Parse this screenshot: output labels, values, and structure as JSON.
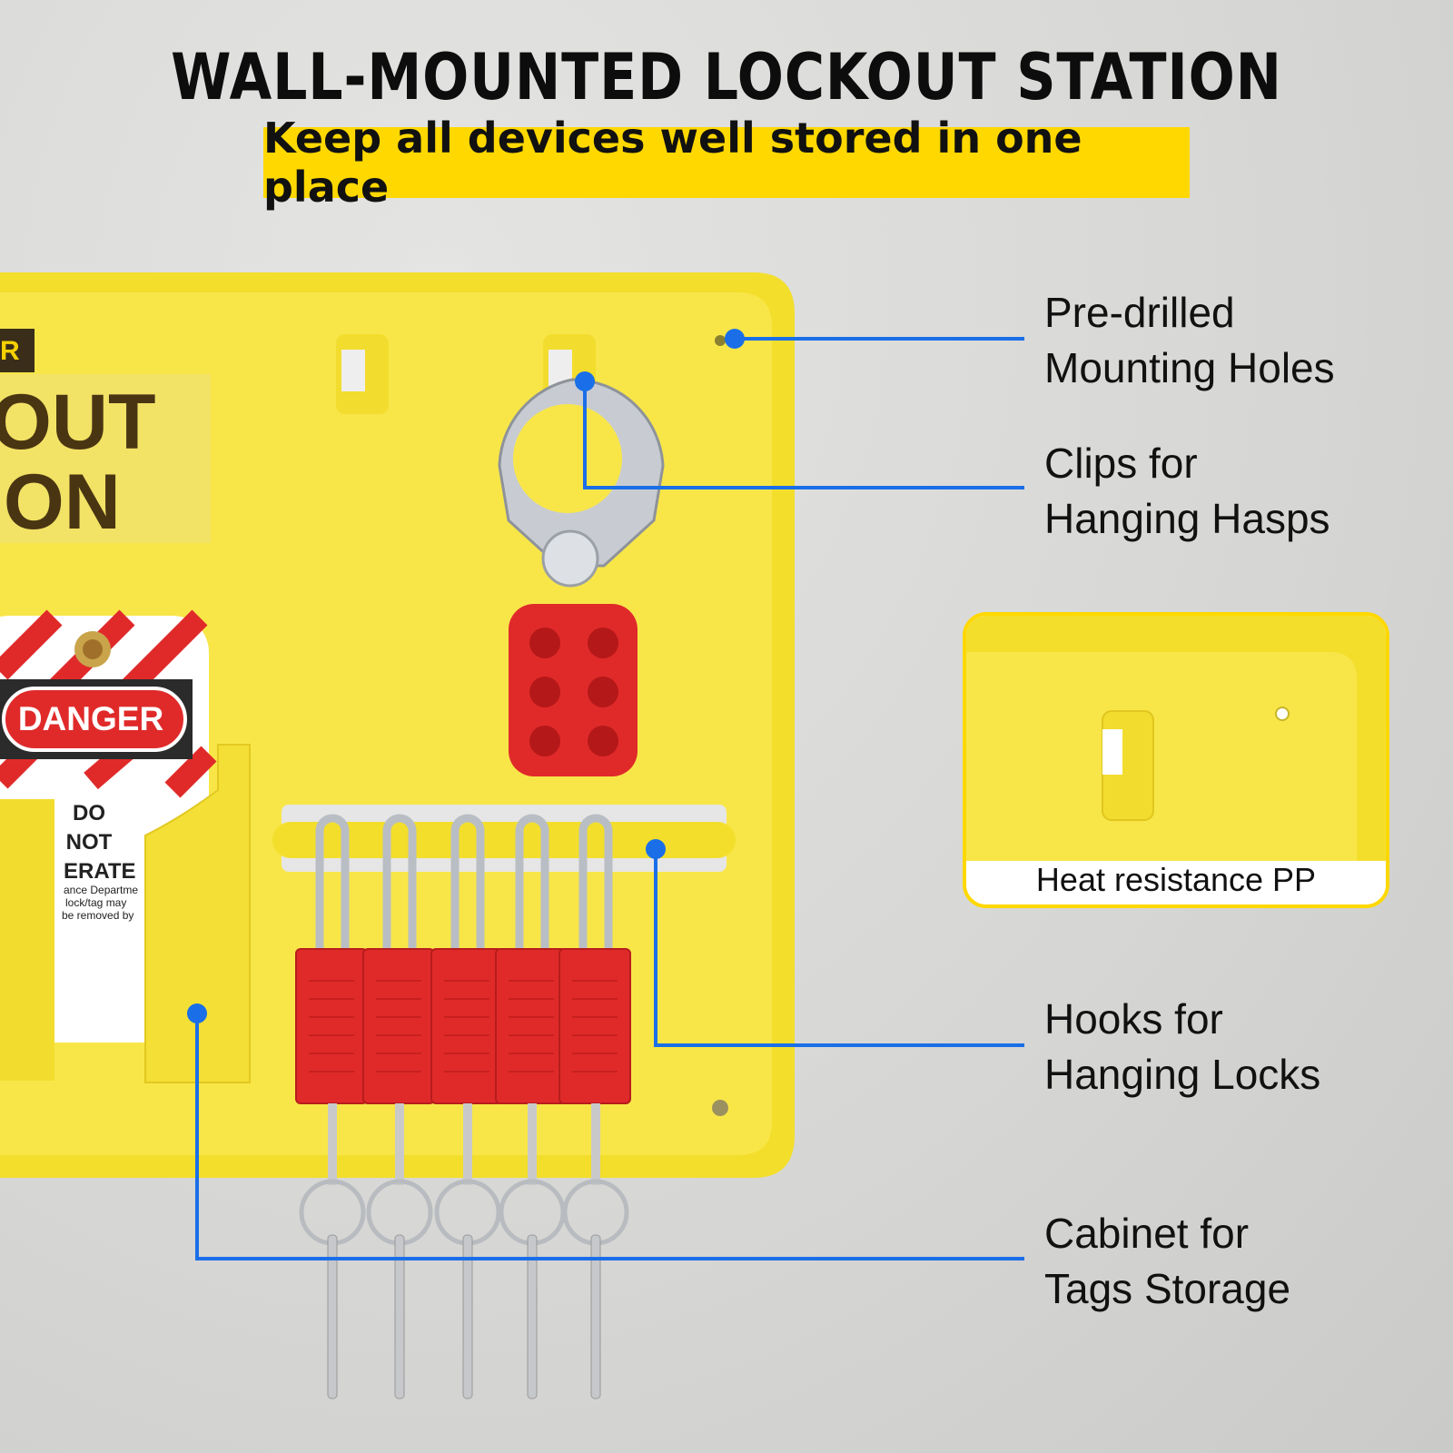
{
  "header": {
    "title": "WALL-MOUNTED LOCKOUT STATION",
    "subtitle": "Keep all devices well stored in one place"
  },
  "board": {
    "sign_line1": "OUT",
    "sign_line2": "ION",
    "brand_fragment": "R",
    "tag": {
      "heading": "DANGER",
      "line1": "DO",
      "line2": "NOT",
      "line3": "ERATE",
      "small1": "ance Departme",
      "small2": "lock/tag may",
      "small3": "be removed by"
    }
  },
  "callouts": [
    {
      "line1": "Pre-drilled",
      "line2": "Mounting Holes"
    },
    {
      "line1": "Clips for",
      "line2": "Hanging Hasps"
    },
    {
      "line1": "Hooks for",
      "line2": "Hanging Locks"
    },
    {
      "line1": "Cabinet for",
      "line2": "Tags Storage"
    }
  ],
  "inset": {
    "caption": "Heat resistance PP"
  },
  "colors": {
    "accent_yellow": "#ffd800",
    "callout_blue": "#1a6fe8",
    "lock_red": "#e02a2a",
    "board_yellow": "#f7e64a"
  }
}
